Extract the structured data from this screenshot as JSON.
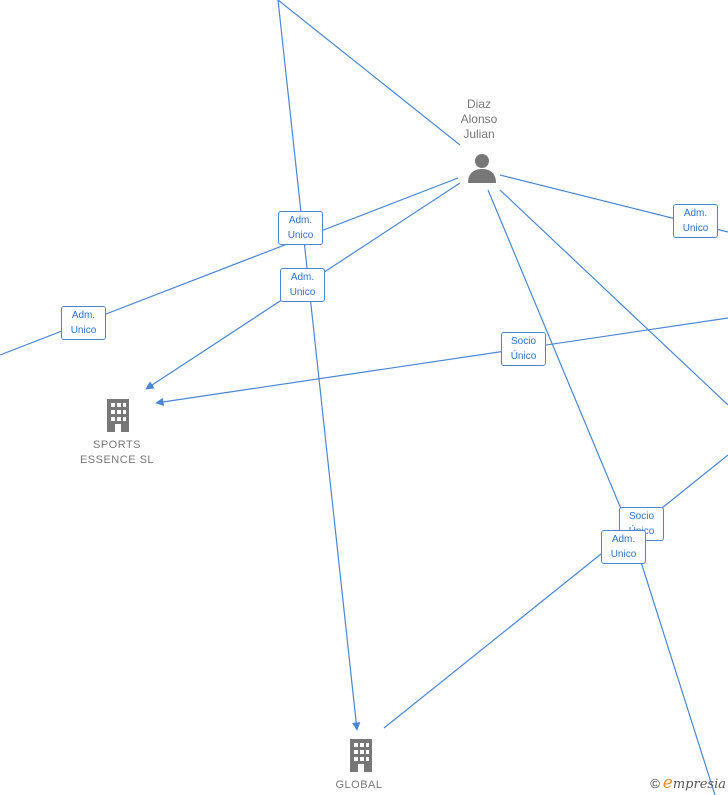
{
  "nodes": {
    "person": {
      "name": "Diaz\nAlonso\nJulian",
      "icon": "person-icon"
    },
    "sports_essence": {
      "name": "SPORTS\nESSENCE  SL",
      "icon": "building-icon"
    },
    "global": {
      "name": "GLOBAL",
      "icon": "building-icon"
    }
  },
  "edge_labels": {
    "e1": "Adm.\nUnico",
    "e2": "Adm.\nUnico",
    "e3": "Adm.\nUnico",
    "e4": "Adm.\nUnico",
    "e5": "Socio\nÚnico",
    "e6": "Socio\nÚnico",
    "e7": "Adm.\nUnico"
  },
  "colors": {
    "edge": "#4a86d4",
    "node_icon": "#777777",
    "label_text": "#2d6fcc"
  },
  "branding": {
    "copyright": "©",
    "logo_letter": "e",
    "logo_rest": "mpresia"
  }
}
